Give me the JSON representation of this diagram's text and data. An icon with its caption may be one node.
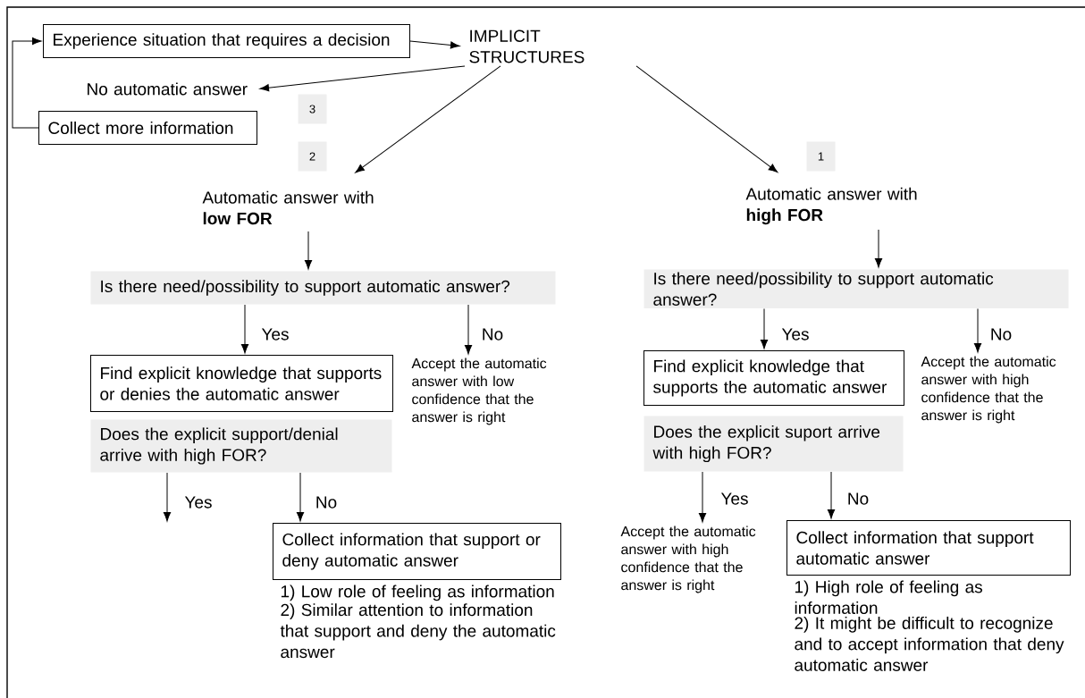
{
  "diagram": {
    "nodes": [
      {
        "text": [
          "Experience situation that requires a decision"
        ]
      },
      {
        "text": [
          "IMPLICIT STRUCTURES"
        ]
      },
      {
        "text": [
          "No automatic answer"
        ]
      },
      {
        "text": [
          "Collect more information"
        ]
      },
      {
        "text": [
          "3"
        ]
      },
      {
        "text": [
          "2"
        ]
      },
      {
        "text": [
          "1"
        ]
      },
      {
        "text": [
          "Automatic answer with **low FOR**"
        ]
      },
      {
        "text": [
          "Automatic answer with **high FOR**"
        ]
      },
      {
        "text": [
          "Is there need/possibility to support automatic answer?"
        ]
      },
      {
        "text": [
          "Is there need/possibility to support automatic answer?"
        ]
      },
      {
        "text": [
          "Find explicit knowledge that supports or denies the automatic answer"
        ]
      },
      {
        "text": [
          "Accept the automatic answer with low confidence that the answer is right"
        ]
      },
      {
        "text": [
          "Find explicit knowledge that supports the automatic answer"
        ]
      },
      {
        "text": [
          "Accept the automatic answer with high confidence that the answer is right"
        ]
      },
      {
        "text": [
          "Does the explicit support/denial arrive with high FOR?"
        ]
      },
      {
        "text": [
          "Does the explicit suport arrive with high FOR?"
        ]
      },
      {
        "text": [
          "Collect information that support or deny automatic answer"
        ],
        "beside": [
          "1) Low role of feeling as information",
          "2) Similar attention to information that support and deny the automatic answer"
        ]
      },
      {
        "text": [
          "Collect information that support automatic answer"
        ],
        "beside": [
          "1) High role of feeling as information",
          "2) It might be difficult to recognize and to accept information that deny automatic answer"
        ]
      },
      {
        "text": [
          "Accept the automatic answer with high confidence that the answer is right"
        ]
      }
    ],
    "edges": [
      {
        "from": 3,
        "to": 0,
        "arrow": "to"
      },
      {
        "from": 0,
        "to": 1,
        "arrow": "to"
      },
      {
        "from": 1,
        "to": 2,
        "arrow": "to"
      },
      {
        "from": 1,
        "to": 7,
        "arrow": "to"
      },
      {
        "from": 1,
        "to": 8,
        "arrow": "to"
      },
      {
        "from": 7,
        "to": 9,
        "arrow": "to"
      },
      {
        "from": 8,
        "to": 10,
        "arrow": "to"
      },
      {
        "from": 9,
        "to": 11,
        "arrow": "to",
        "label": "Yes"
      },
      {
        "from": 9,
        "to": 12,
        "arrow": "to",
        "label": "No"
      },
      {
        "from": 10,
        "to": 13,
        "arrow": "to",
        "label": "Yes"
      },
      {
        "from": 10,
        "to": 14,
        "arrow": "to",
        "label": "No"
      },
      {
        "from": 15,
        "to": null,
        "arrow": "to",
        "label": "Yes"
      },
      {
        "from": 15,
        "to": 17,
        "arrow": "to",
        "label": "No"
      },
      {
        "from": 16,
        "to": 19,
        "arrow": "to",
        "label": "Yes"
      },
      {
        "from": 16,
        "to": 18,
        "arrow": "to",
        "label": "No"
      }
    ]
  }
}
